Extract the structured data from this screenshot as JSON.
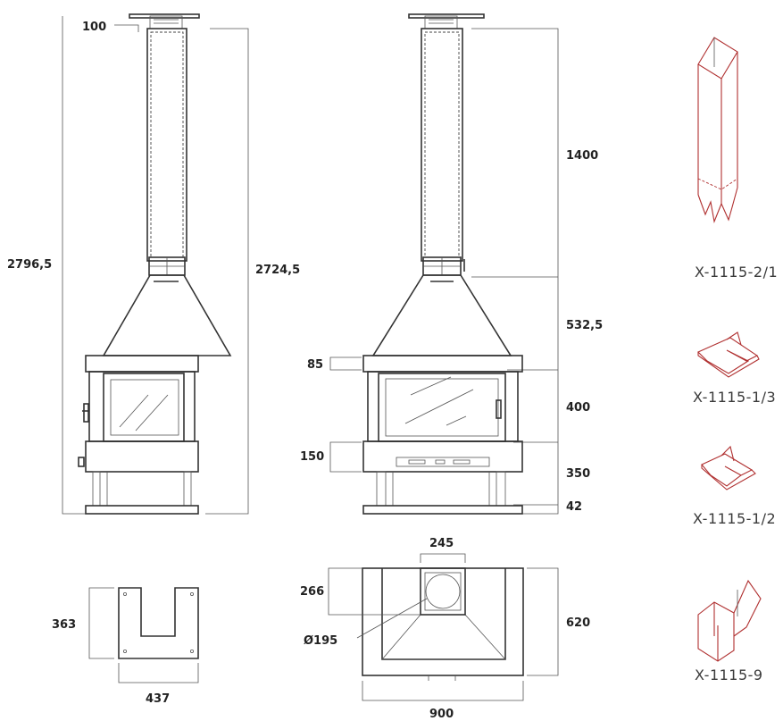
{
  "front_view": {
    "dims": {
      "flue_top": "100",
      "total_height": "2796,5",
      "height_to_flue_top": "2724,5"
    }
  },
  "side_view": {
    "dims": {
      "flue_length": "1400",
      "hood_height": "532,5",
      "lintel": "85",
      "window": "400",
      "base_band": "150",
      "firebox_base": "350",
      "plinth": "42"
    }
  },
  "base_plate": {
    "dims": {
      "depth": "363",
      "width": "437"
    }
  },
  "top_view": {
    "dims": {
      "flue_width": "245",
      "flue_offset": "266",
      "flue_diameter": "Ø195",
      "depth": "620",
      "width": "900"
    }
  },
  "accessories": [
    {
      "code": "X-1115-2/1",
      "icon": "square-flue-extension-icon"
    },
    {
      "code": "X-1115-1/3",
      "icon": "wall-bracket-long-icon"
    },
    {
      "code": "X-1115-1/2",
      "icon": "wall-bracket-short-icon"
    },
    {
      "code": "X-1115-9",
      "icon": "roof-flashing-icon"
    }
  ]
}
